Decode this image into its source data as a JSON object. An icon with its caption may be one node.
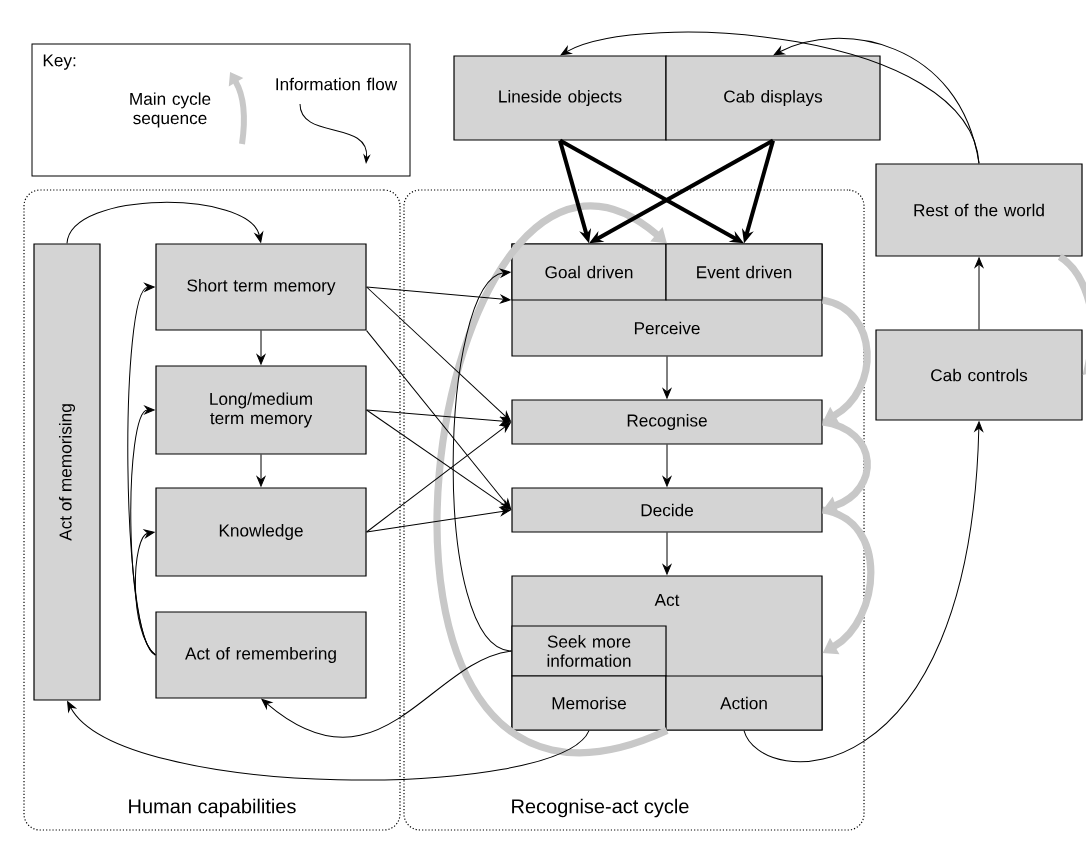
{
  "diagram": {
    "nodes": [
      {
        "text": [
          "Human capabilities"
        ]
      },
      {
        "text": [
          "Act of memorising"
        ],
        "in": 0
      },
      {
        "text": [
          "Short term memory"
        ],
        "in": 0
      },
      {
        "text": [
          "Long/medium term memory"
        ],
        "in": 0
      },
      {
        "text": [
          "Knowledge"
        ],
        "in": 0
      },
      {
        "text": [
          "Act of remembering"
        ],
        "in": 0
      },
      {
        "text": [
          "Lineside objects"
        ]
      },
      {
        "text": [
          "Cab displays"
        ]
      },
      {
        "text": [
          "Recognise-act cycle"
        ]
      },
      {
        "text": [
          "Perceive"
        ],
        "in": 8
      },
      {
        "text": [
          "Goal driven"
        ],
        "in": 9
      },
      {
        "text": [
          "Event driven"
        ],
        "in": 9
      },
      {
        "text": [
          "Recognise"
        ],
        "in": 8
      },
      {
        "text": [
          "Decide"
        ],
        "in": 8
      },
      {
        "text": [
          "Act"
        ],
        "in": 8
      },
      {
        "text": [
          "Seek more information"
        ],
        "in": 14
      },
      {
        "text": [
          "Memorise"
        ],
        "in": 14
      },
      {
        "text": [
          "Action"
        ],
        "in": 14
      },
      {
        "text": [
          "Rest of the world"
        ]
      },
      {
        "text": [
          "Cab controls"
        ]
      }
    ],
    "edges": [
      {
        "from": 1,
        "to": 2,
        "arrow": "to"
      },
      {
        "from": 2,
        "to": 3,
        "arrow": "to"
      },
      {
        "from": 3,
        "to": 4,
        "arrow": "to"
      },
      {
        "from": 5,
        "to": 2,
        "arrow": "to"
      },
      {
        "from": 5,
        "to": 3,
        "arrow": "to"
      },
      {
        "from": 5,
        "to": 4,
        "arrow": "to"
      },
      {
        "from": 2,
        "to": 9,
        "arrow": "to"
      },
      {
        "from": 2,
        "to": 12,
        "arrow": "to"
      },
      {
        "from": 2,
        "to": 13,
        "arrow": "to"
      },
      {
        "from": 3,
        "to": 12,
        "arrow": "to"
      },
      {
        "from": 3,
        "to": 13,
        "arrow": "to"
      },
      {
        "from": 4,
        "to": 12,
        "arrow": "to"
      },
      {
        "from": 4,
        "to": 13,
        "arrow": "to"
      },
      {
        "from": 9,
        "to": 12,
        "arrow": "to"
      },
      {
        "from": 12,
        "to": 13,
        "arrow": "to"
      },
      {
        "from": 13,
        "to": 14,
        "arrow": "to"
      },
      {
        "from": 6,
        "to": 10,
        "arrow": "to",
        "style": "thick"
      },
      {
        "from": 6,
        "to": 11,
        "arrow": "to",
        "style": "thick"
      },
      {
        "from": 7,
        "to": 10,
        "arrow": "to",
        "style": "thick"
      },
      {
        "from": 7,
        "to": 11,
        "arrow": "to",
        "style": "thick"
      },
      {
        "from": 18,
        "to": 6,
        "arrow": "to"
      },
      {
        "from": 18,
        "to": 7,
        "arrow": "to"
      },
      {
        "from": 19,
        "to": 18,
        "arrow": "to"
      },
      {
        "from": 17,
        "to": 19,
        "arrow": "to"
      },
      {
        "from": 15,
        "to": 10,
        "arrow": "to"
      },
      {
        "from": 15,
        "to": 5,
        "arrow": "to"
      },
      {
        "from": 16,
        "to": 1,
        "arrow": "to"
      },
      {
        "from": 9,
        "to": 12,
        "arrow": "to",
        "style": "thick",
        "color": "#c8c8c8"
      },
      {
        "from": 12,
        "to": 13,
        "arrow": "to",
        "style": "thick",
        "color": "#c8c8c8"
      },
      {
        "from": 13,
        "to": 14,
        "arrow": "to",
        "style": "thick",
        "color": "#c8c8c8"
      },
      {
        "from": 14,
        "to": 9,
        "arrow": "to",
        "style": "thick",
        "color": "#c8c8c8"
      },
      {
        "from": 18,
        "to": 19,
        "arrow": "to",
        "style": "thick",
        "color": "#c8c8c8"
      }
    ],
    "labels": [
      "Key:"
    ],
    "legend": [
      {
        "text": "Main cycle sequence"
      },
      {
        "text": "Information flow"
      }
    ]
  }
}
